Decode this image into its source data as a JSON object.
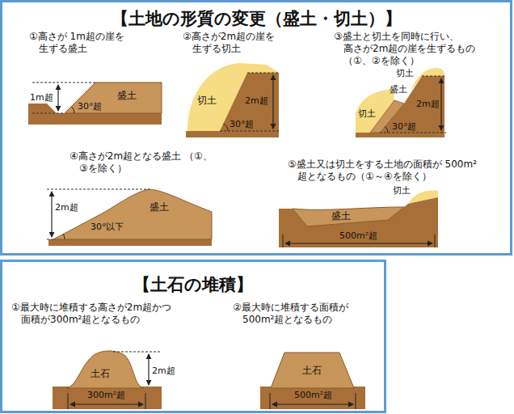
{
  "diagram": {
    "nodes": [
      {
        "text": [
          "【土地の形質の変更（盛土・切土）】"
        ]
      },
      {
        "text": [
          "【土石の堆積】"
        ]
      }
    ],
    "labels": [
      "①高さが 1m超の崖を 生ずる盛土",
      "1m超",
      "盛土",
      "30°超",
      "②高さが2m超の崖を 生ずる切土",
      "切土",
      "2m超",
      "30°超",
      "③盛土と切土を同時に行い、 高さが2m超の崖を生ずるもの （①、②を除く）",
      "切土",
      "盛土",
      "切土",
      "2m超",
      "30°超",
      "④高さが2m超となる盛土 （①、③を除く）",
      "2m超",
      "30°以下",
      "盛土",
      "⑤盛土又は切土をする土地の面積が 500m² 超となるもの（①～④を除く）",
      "切土",
      "盛土",
      "500m²超",
      "①最大時に堆積する高さが2m超かつ 面積が300m²超となるもの",
      "土石",
      "2m超",
      "300m²超",
      "②最大時に堆積する面積が 500m²超となるもの",
      "土石",
      "500m²超"
    ]
  }
}
